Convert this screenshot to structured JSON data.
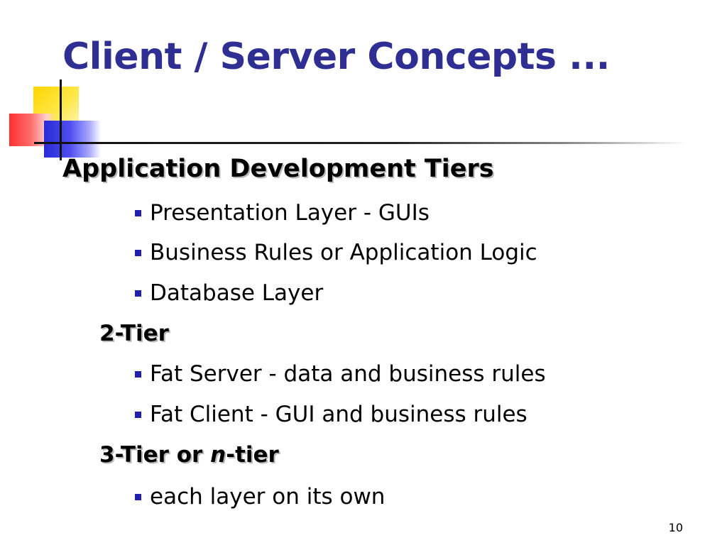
{
  "title": "Client / Server Concepts ...",
  "sections": [
    {
      "heading": "Application Development Tiers",
      "items": [
        "Presentation Layer - GUIs",
        "Business Rules or Application Logic",
        "Database Layer"
      ]
    },
    {
      "heading": "2-Tier",
      "items": [
        "Fat Server - data and business rules",
        "Fat Client - GUI and business rules"
      ]
    },
    {
      "heading_pre": "3-Tier or ",
      "heading_em": "n",
      "heading_post": "-tier",
      "items": [
        "each layer on its own"
      ]
    }
  ],
  "page_number": "10",
  "colors": {
    "title": "#2e2e93",
    "bullet": "#1f1fb0",
    "logo_yellow": "#ffd400",
    "logo_red": "#ff3030",
    "logo_blue": "#2a2ad8"
  }
}
